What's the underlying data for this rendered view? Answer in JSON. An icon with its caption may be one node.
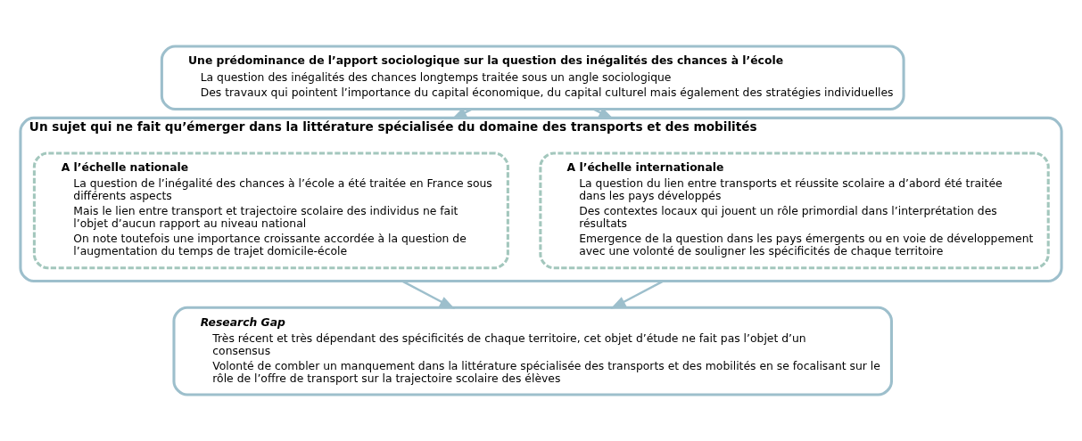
{
  "diagram": {
    "nodes": [
      {
        "text": [
          "Une prédominance de l’apport sociologique sur la question des inégalités des chances à l’école",
          "La question des inégalités des chances longtemps traitée sous un angle sociologique",
          "Des travaux qui pointent l’importance du capital économique, du capital culturel mais également des stratégies individuelles"
        ]
      },
      {
        "text": [
          "Un sujet qui ne fait qu’émerger dans la littérature spécialisée du domaine des transports et des mobilités"
        ]
      },
      {
        "text": [
          "A l’échelle internationale",
          "La question du lien entre transports et réussite scolaire a d’abord été traitée dans les pays développés",
          "Des contextes locaux qui jouent un rôle primordial dans l’interprétation des résultats",
          "Emergence de la question dans les pays émergents ou en voie de développement avec une volonté de souligner les spécificités de chaque territoire"
        ],
        "in": 1
      },
      {
        "text": [
          "A l’échelle nationale",
          "La question de l’inégalité des chances à l’école a été traitée en France sous différents aspects",
          "Mais le lien entre transport et trajectoire scolaire des individus ne fait l’objet d’aucun rapport au niveau national",
          "On note toutefois une importance croissante accordée à la question de l’augmentation du temps de trajet domicile-école"
        ],
        "in": 1
      },
      {
        "text": [
          "Research Gap",
          "Très récent et très dépendant des spécificités de chaque territoire, cet objet d’étude ne fait pas l’objet d’un consensus",
          "Volonté de combler un manquement dans la littérature spécialisée des transports et des mobilités en se focalisant sur le rôle de l’offre de transport sur la trajectoire scolaire des élèves"
        ]
      }
    ],
    "edges": [
      {
        "from": 0,
        "to": 1,
        "arrow": "to"
      },
      {
        "from": 0,
        "to": 1,
        "arrow": "to"
      },
      {
        "from": 1,
        "to": 4,
        "arrow": "to"
      },
      {
        "from": 1,
        "to": 4,
        "arrow": "to"
      }
    ]
  }
}
